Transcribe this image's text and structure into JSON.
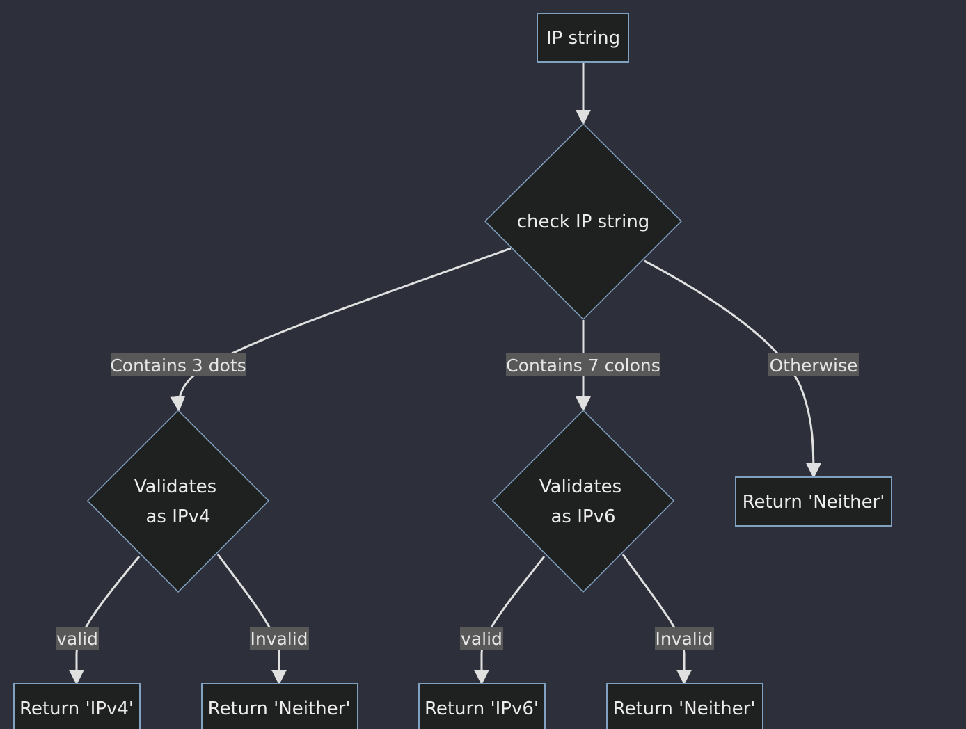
{
  "colors": {
    "background": "#2d303b",
    "node_fill": "#1f2020",
    "node_stroke": "#81a1c1",
    "edge": "#e0e0e0",
    "edge_label_bg": "#585858",
    "text": "#ececec"
  },
  "nodes": {
    "ip_string": "IP string",
    "check": "check IP string",
    "validate_v4": [
      "Validates",
      "as IPv4"
    ],
    "validate_v6": [
      "Validates",
      "as IPv6"
    ],
    "return_neither_other": "Return 'Neither'",
    "return_ipv4": "Return 'IPv4'",
    "return_neither_v4": "Return 'Neither'",
    "return_ipv6": "Return 'IPv6'",
    "return_neither_v6": "Return 'Neither'"
  },
  "edges": {
    "three_dots": "Contains 3 dots",
    "seven_colons": "Contains 7 colons",
    "otherwise": "Otherwise",
    "v4_valid": "valid",
    "v4_invalid": "Invalid",
    "v6_valid": "valid",
    "v6_invalid": "Invalid"
  }
}
